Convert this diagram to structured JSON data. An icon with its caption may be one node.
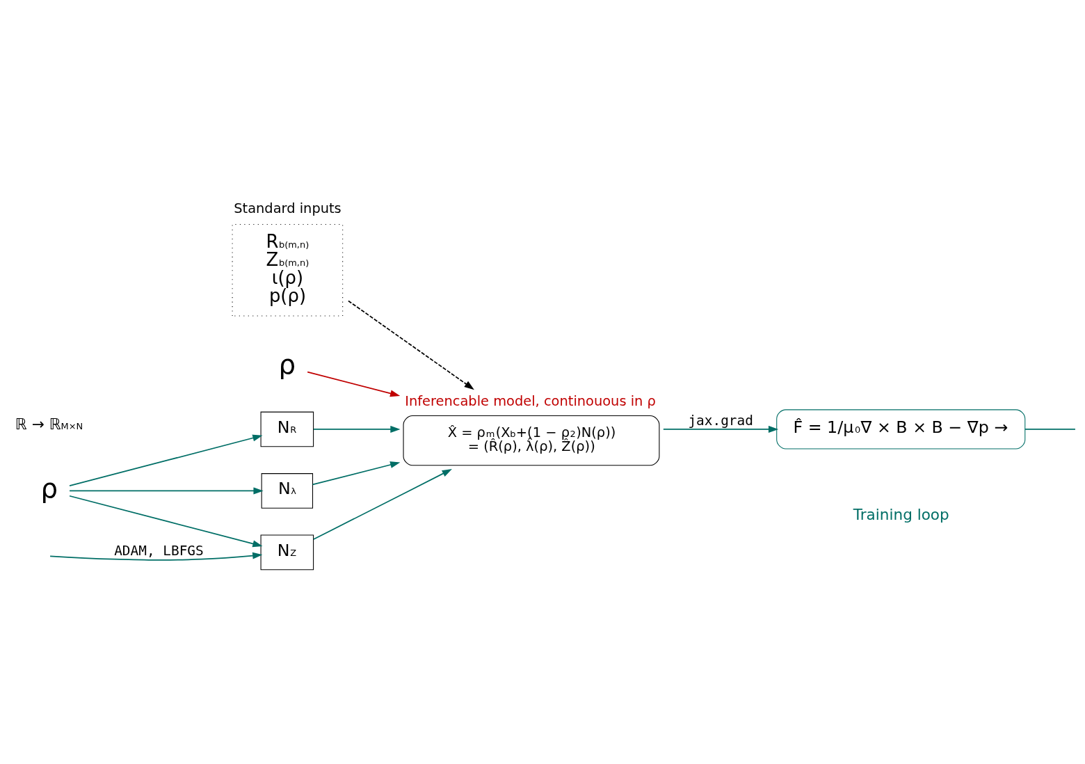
{
  "diagram": {
    "nodes": [
      {
        "text": [
          "Standard inputs",
          "R$_{b(m,n)}$",
          "Z$_{b(m,n)}$",
          "ι(ρ)",
          "p(ρ)"
        ]
      },
      {
        "text": [
          "ρ"
        ]
      },
      {
        "text": [
          "X̂ = ρ$^{m}$(X$_{b}$+(1 − ρ$^{2}$)N(ρ))",
          "= (R̂(ρ), λ̂(ρ), Ẑ(ρ))"
        ],
        "beside": [
          "Inferencable model, continouous in ρ"
        ]
      },
      {
        "text": [
          "ρ"
        ]
      },
      {
        "text": [
          "N$_{R}$"
        ]
      },
      {
        "text": [
          "N$_{λ}$"
        ]
      },
      {
        "text": [
          "N$_{Z}$"
        ]
      },
      {
        "text": [
          "F̂ = 1/μ$_{0}$∇ × B × B − ∇p →"
        ]
      }
    ],
    "edges": [
      {
        "from": 1,
        "to": 2,
        "arrow": "to",
        "color": "#c00000"
      },
      {
        "from": 0,
        "to": 2,
        "arrow": "to",
        "style": "dashed",
        "color": "#000000"
      },
      {
        "from": 4,
        "to": 2,
        "arrow": "to"
      },
      {
        "from": 5,
        "to": 2,
        "arrow": "to"
      },
      {
        "from": 6,
        "to": 2,
        "arrow": "to"
      },
      {
        "from": 3,
        "to": 4,
        "arrow": "to"
      },
      {
        "from": 3,
        "to": 5,
        "arrow": "to"
      },
      {
        "from": 3,
        "to": 6,
        "arrow": "to"
      },
      {
        "from": 2,
        "to": 7,
        "arrow": "to",
        "label": "jax.grad"
      },
      {
        "from": null,
        "to": 6,
        "arrow": "to",
        "label": "ADAM, LBFGS"
      },
      {
        "from": 7,
        "to": null,
        "arrow": "none"
      }
    ],
    "labels": [
      "ℝ → ℝ$^{M×N}$",
      "Training loop"
    ]
  }
}
